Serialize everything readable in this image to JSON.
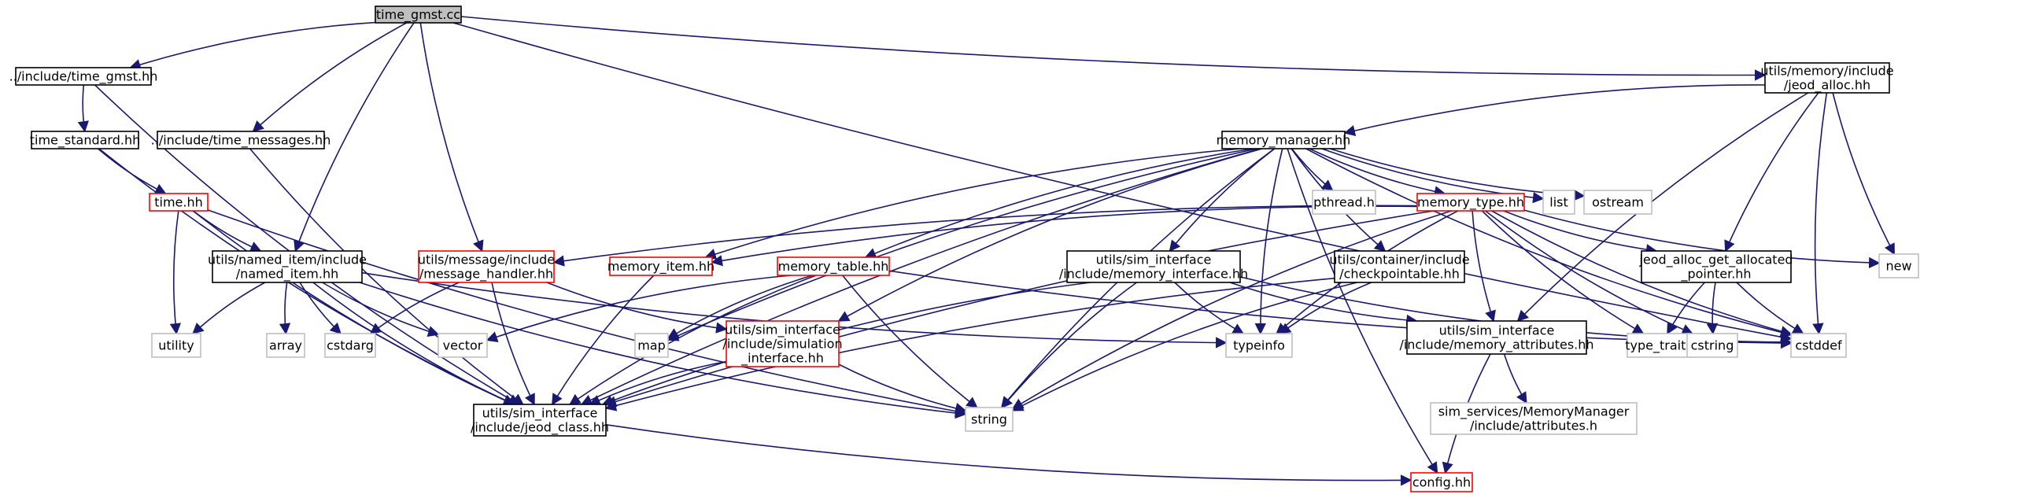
{
  "diagram": {
    "colors": {
      "edge": "#191970",
      "node_border_default": "#000000",
      "node_border_missing": "#bfbfbf",
      "node_border_truncated": "#ff0000",
      "root_fill": "#bfbfbf",
      "text": "#000000"
    },
    "nodes": [
      {
        "id": "root",
        "lines": [
          "time_gmst.cc"
        ],
        "kind": "root"
      },
      {
        "id": "time_gmst_hh",
        "lines": [
          "../include/time_gmst.hh"
        ],
        "kind": "normal"
      },
      {
        "id": "time_standard",
        "lines": [
          "time_standard.hh"
        ],
        "kind": "normal"
      },
      {
        "id": "time_messages",
        "lines": [
          "../include/time_messages.hh"
        ],
        "kind": "normal"
      },
      {
        "id": "time_hh",
        "lines": [
          "time.hh"
        ],
        "kind": "truncated"
      },
      {
        "id": "named_item",
        "lines": [
          "utils/named_item/include",
          "/named_item.hh"
        ],
        "kind": "normal"
      },
      {
        "id": "message_handler",
        "lines": [
          "utils/message/include",
          "/message_handler.hh"
        ],
        "kind": "truncated"
      },
      {
        "id": "jeod_alloc",
        "lines": [
          "utils/memory/include",
          "/jeod_alloc.hh"
        ],
        "kind": "normal"
      },
      {
        "id": "memory_manager",
        "lines": [
          "memory_manager.hh"
        ],
        "kind": "normal"
      },
      {
        "id": "pthread",
        "lines": [
          "pthread.h"
        ],
        "kind": "missing"
      },
      {
        "id": "memory_type",
        "lines": [
          "memory_type.hh"
        ],
        "kind": "truncated"
      },
      {
        "id": "list",
        "lines": [
          "list"
        ],
        "kind": "missing"
      },
      {
        "id": "ostream",
        "lines": [
          "ostream"
        ],
        "kind": "missing"
      },
      {
        "id": "memory_item",
        "lines": [
          "memory_item.hh"
        ],
        "kind": "truncated"
      },
      {
        "id": "memory_table",
        "lines": [
          "memory_table.hh"
        ],
        "kind": "truncated"
      },
      {
        "id": "memory_interface",
        "lines": [
          "utils/sim_interface",
          "/include/memory_interface.hh"
        ],
        "kind": "normal"
      },
      {
        "id": "checkpointable",
        "lines": [
          "utils/container/include",
          "/checkpointable.hh"
        ],
        "kind": "normal"
      },
      {
        "id": "jeod_alloc_get",
        "lines": [
          "jeod_alloc_get_allocated",
          "_pointer.hh"
        ],
        "kind": "normal"
      },
      {
        "id": "new",
        "lines": [
          "new"
        ],
        "kind": "missing"
      },
      {
        "id": "utility",
        "lines": [
          "utility"
        ],
        "kind": "missing"
      },
      {
        "id": "array",
        "lines": [
          "array"
        ],
        "kind": "missing"
      },
      {
        "id": "cstdarg",
        "lines": [
          "cstdarg"
        ],
        "kind": "missing"
      },
      {
        "id": "vector",
        "lines": [
          "vector"
        ],
        "kind": "missing"
      },
      {
        "id": "map",
        "lines": [
          "map"
        ],
        "kind": "missing"
      },
      {
        "id": "simulation_interface",
        "lines": [
          "utils/sim_interface",
          "/include/simulation",
          "_interface.hh"
        ],
        "kind": "truncated"
      },
      {
        "id": "typeinfo",
        "lines": [
          "typeinfo"
        ],
        "kind": "missing"
      },
      {
        "id": "memory_attributes",
        "lines": [
          "utils/sim_interface",
          "/include/memory_attributes.hh"
        ],
        "kind": "normal"
      },
      {
        "id": "type_traits",
        "lines": [
          "type_traits"
        ],
        "kind": "missing"
      },
      {
        "id": "cstring",
        "lines": [
          "cstring"
        ],
        "kind": "missing"
      },
      {
        "id": "cstddef",
        "lines": [
          "cstddef"
        ],
        "kind": "missing"
      },
      {
        "id": "jeod_class",
        "lines": [
          "utils/sim_interface",
          "/include/jeod_class.hh"
        ],
        "kind": "normal"
      },
      {
        "id": "string",
        "lines": [
          "string"
        ],
        "kind": "missing"
      },
      {
        "id": "attributes_h",
        "lines": [
          "sim_services/MemoryManager",
          "/include/attributes.h"
        ],
        "kind": "missing"
      },
      {
        "id": "config",
        "lines": [
          "config.hh"
        ],
        "kind": "truncated"
      }
    ],
    "edges": [
      [
        "root",
        "time_gmst_hh"
      ],
      [
        "root",
        "time_messages"
      ],
      [
        "root",
        "named_item"
      ],
      [
        "root",
        "message_handler"
      ],
      [
        "root",
        "jeod_alloc"
      ],
      [
        "root",
        "cstddef"
      ],
      [
        "time_gmst_hh",
        "time_standard"
      ],
      [
        "time_gmst_hh",
        "jeod_class"
      ],
      [
        "time_standard",
        "time_hh"
      ],
      [
        "time_standard",
        "jeod_class"
      ],
      [
        "time_messages",
        "jeod_class"
      ],
      [
        "time_hh",
        "named_item"
      ],
      [
        "time_hh",
        "utility"
      ],
      [
        "time_hh",
        "jeod_class"
      ],
      [
        "time_hh",
        "string"
      ],
      [
        "named_item",
        "utility"
      ],
      [
        "named_item",
        "array"
      ],
      [
        "named_item",
        "cstdarg"
      ],
      [
        "named_item",
        "vector"
      ],
      [
        "named_item",
        "string"
      ],
      [
        "named_item",
        "typeinfo"
      ],
      [
        "named_item",
        "jeod_class"
      ],
      [
        "message_handler",
        "cstdarg"
      ],
      [
        "message_handler",
        "simulation_interface"
      ],
      [
        "message_handler",
        "jeod_class"
      ],
      [
        "jeod_alloc",
        "memory_manager"
      ],
      [
        "jeod_alloc",
        "memory_attributes"
      ],
      [
        "jeod_alloc",
        "jeod_alloc_get"
      ],
      [
        "jeod_alloc",
        "new"
      ],
      [
        "jeod_alloc",
        "cstddef"
      ],
      [
        "memory_manager",
        "pthread"
      ],
      [
        "memory_manager",
        "memory_type"
      ],
      [
        "memory_manager",
        "list"
      ],
      [
        "memory_manager",
        "ostream"
      ],
      [
        "memory_manager",
        "memory_item"
      ],
      [
        "memory_manager",
        "memory_table"
      ],
      [
        "memory_manager",
        "memory_interface"
      ],
      [
        "memory_manager",
        "checkpointable"
      ],
      [
        "memory_manager",
        "simulation_interface"
      ],
      [
        "memory_manager",
        "map"
      ],
      [
        "memory_manager",
        "typeinfo"
      ],
      [
        "memory_manager",
        "string"
      ],
      [
        "memory_manager",
        "cstddef"
      ],
      [
        "memory_manager",
        "config"
      ],
      [
        "memory_manager",
        "jeod_class"
      ],
      [
        "memory_type",
        "message_handler"
      ],
      [
        "memory_type",
        "memory_item"
      ],
      [
        "memory_type",
        "jeod_alloc_get"
      ],
      [
        "memory_type",
        "memory_attributes"
      ],
      [
        "memory_type",
        "new"
      ],
      [
        "memory_type",
        "type_traits"
      ],
      [
        "memory_type",
        "cstring"
      ],
      [
        "memory_type",
        "cstddef"
      ],
      [
        "memory_type",
        "typeinfo"
      ],
      [
        "memory_type",
        "string"
      ],
      [
        "memory_type",
        "jeod_class"
      ],
      [
        "memory_item",
        "jeod_class"
      ],
      [
        "memory_table",
        "vector"
      ],
      [
        "memory_table",
        "map"
      ],
      [
        "memory_table",
        "string"
      ],
      [
        "memory_table",
        "cstddef"
      ],
      [
        "memory_table",
        "jeod_class"
      ],
      [
        "memory_interface",
        "memory_attributes"
      ],
      [
        "memory_interface",
        "typeinfo"
      ],
      [
        "memory_interface",
        "string"
      ],
      [
        "memory_interface",
        "cstddef"
      ],
      [
        "memory_interface",
        "jeod_class"
      ],
      [
        "checkpointable",
        "typeinfo"
      ],
      [
        "checkpointable",
        "string"
      ],
      [
        "checkpointable",
        "jeod_class"
      ],
      [
        "jeod_alloc_get",
        "type_traits"
      ],
      [
        "jeod_alloc_get",
        "cstring"
      ],
      [
        "jeod_alloc_get",
        "cstddef"
      ],
      [
        "simulation_interface",
        "string"
      ],
      [
        "simulation_interface",
        "jeod_class"
      ],
      [
        "memory_attributes",
        "attributes_h"
      ],
      [
        "memory_attributes",
        "config"
      ],
      [
        "jeod_class",
        "config"
      ]
    ]
  }
}
